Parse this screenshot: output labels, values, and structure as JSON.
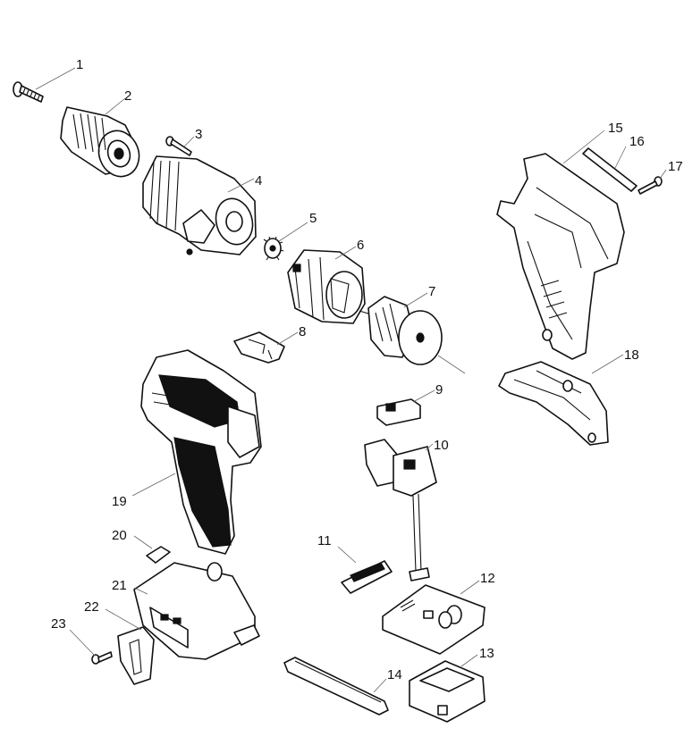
{
  "diagram": {
    "parts": [
      {
        "id": "1"
      },
      {
        "id": "2"
      },
      {
        "id": "3"
      },
      {
        "id": "4"
      },
      {
        "id": "5"
      },
      {
        "id": "6"
      },
      {
        "id": "7"
      },
      {
        "id": "8"
      },
      {
        "id": "9"
      },
      {
        "id": "10"
      },
      {
        "id": "11"
      },
      {
        "id": "12"
      },
      {
        "id": "13"
      },
      {
        "id": "14"
      },
      {
        "id": "15"
      },
      {
        "id": "16"
      },
      {
        "id": "17"
      },
      {
        "id": "18"
      },
      {
        "id": "19"
      },
      {
        "id": "20"
      },
      {
        "id": "21"
      },
      {
        "id": "22"
      },
      {
        "id": "23"
      }
    ],
    "colors": {
      "line": "#111111",
      "leader": "#666666",
      "background": "#ffffff"
    }
  }
}
